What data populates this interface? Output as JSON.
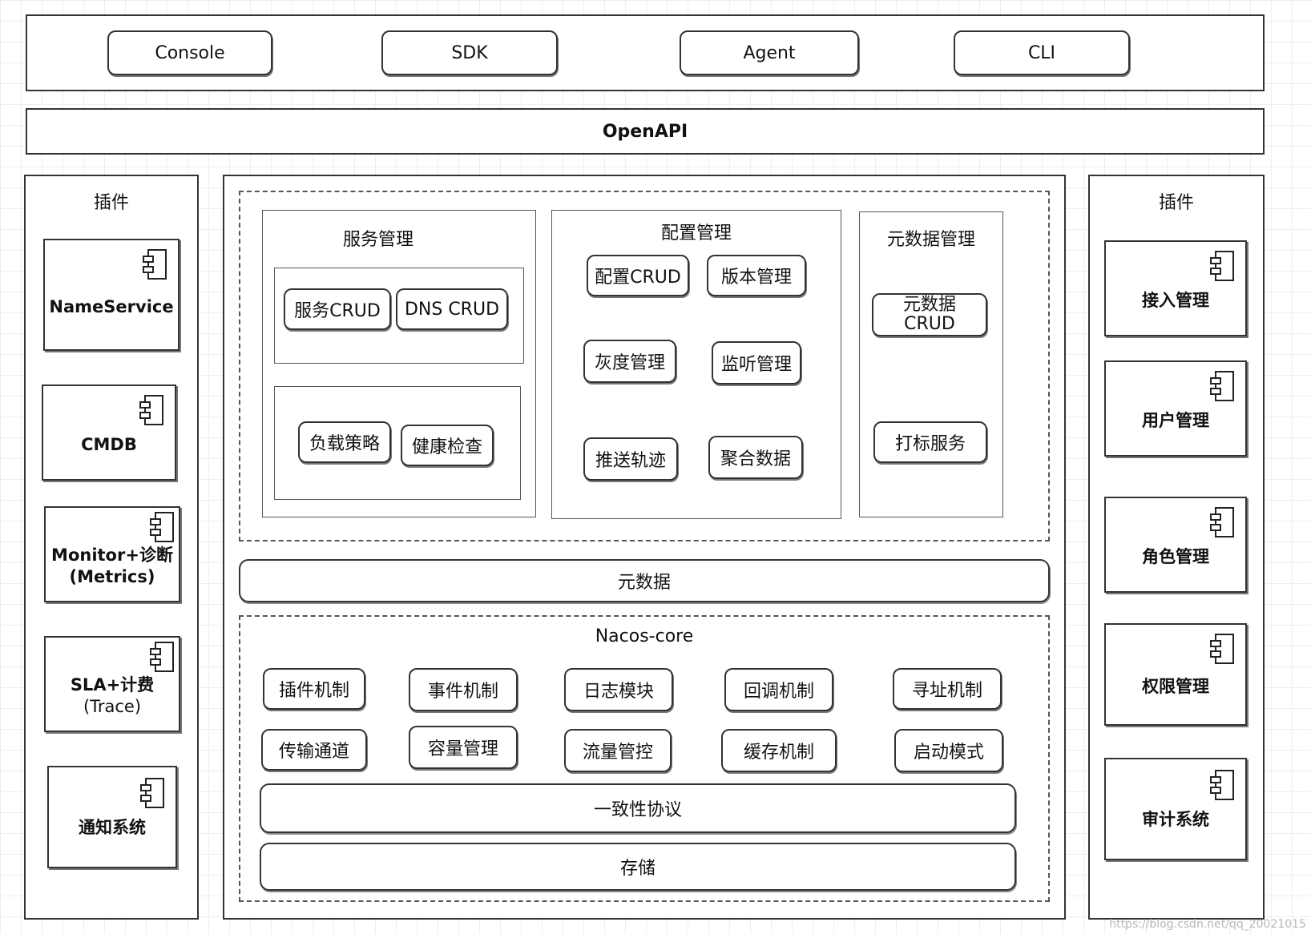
{
  "access_layer": {
    "items": [
      "Console",
      "SDK",
      "Agent",
      "CLI"
    ]
  },
  "openapi": {
    "label": "OpenAPI"
  },
  "left_plugins": {
    "title": "插件",
    "items": [
      {
        "line1": "NameService",
        "line2": ""
      },
      {
        "line1": "CMDB",
        "line2": ""
      },
      {
        "line1": "Monitor+诊断",
        "line2": "(Metrics)"
      },
      {
        "line1": "SLA+计费",
        "line2": "(Trace)"
      },
      {
        "line1": "通知系统",
        "line2": ""
      }
    ]
  },
  "right_plugins": {
    "title": "插件",
    "items": [
      "接入管理",
      "用户管理",
      "角色管理",
      "权限管理",
      "审计系统"
    ]
  },
  "service_mgmt": {
    "title": "服务管理",
    "group1": [
      "服务CRUD",
      "DNS CRUD"
    ],
    "group2": [
      "负载策略",
      "健康检查"
    ]
  },
  "config_mgmt": {
    "title": "配置管理",
    "items": [
      "配置CRUD",
      "版本管理",
      "灰度管理",
      "监听管理",
      "推送轨迹",
      "聚合数据"
    ]
  },
  "metadata_mgmt": {
    "title": "元数据管理",
    "crud_line1": "元数据",
    "crud_line2": "CRUD",
    "tagging": "打标服务"
  },
  "metadata_bar": {
    "label": "元数据"
  },
  "core": {
    "title": "Nacos-core",
    "row1": [
      "插件机制",
      "事件机制",
      "日志模块",
      "回调机制",
      "寻址机制"
    ],
    "row2": [
      "传输通道",
      "容量管理",
      "流量管控",
      "缓存机制",
      "启动模式"
    ],
    "consistency": "一致性协议",
    "storage": "存储"
  },
  "watermark": "https://blog.csdn.net/qq_20021015"
}
